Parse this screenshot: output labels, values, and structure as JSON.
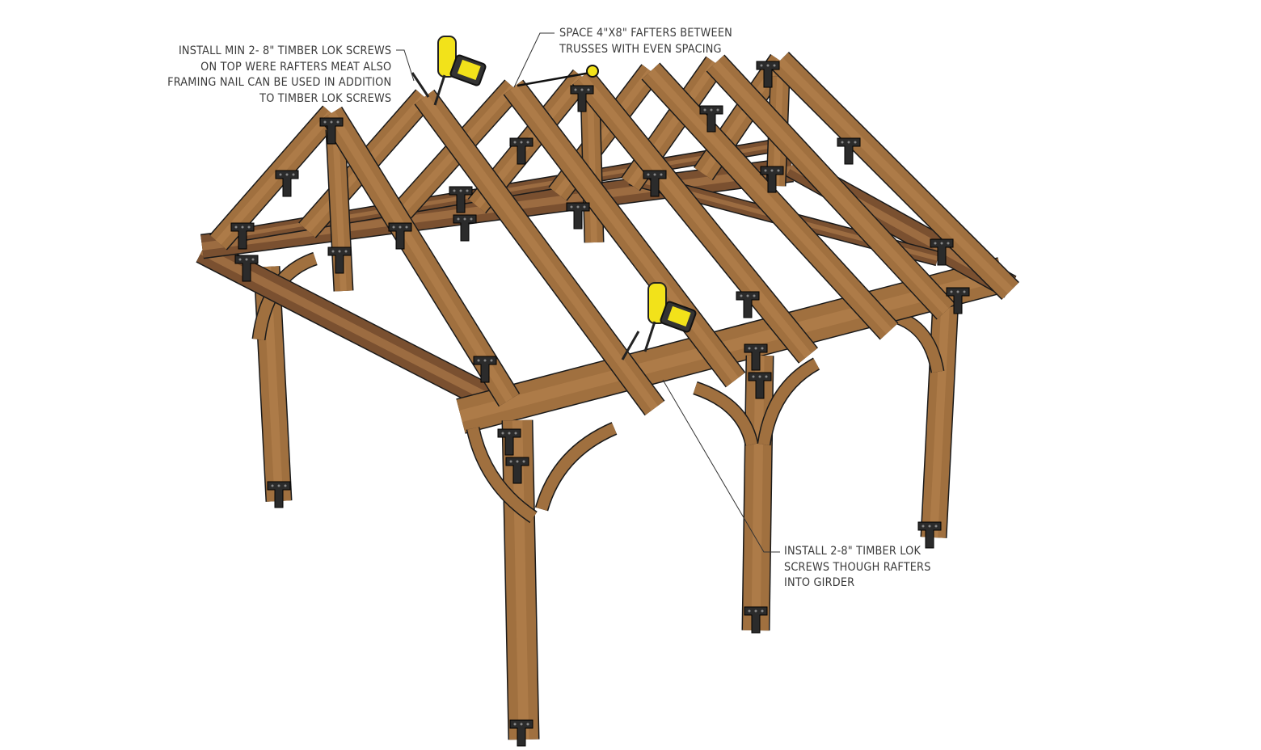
{
  "annotations": {
    "top_left": {
      "lines": [
        "INSTALL MIN 2- 8\" TIMBER LOK SCREWS",
        "ON TOP WERE RAFTERS MEAT ALSO",
        "FRAMING NAIL CAN BE USED IN ADDITION",
        "TO TIMBER LOK SCREWS"
      ]
    },
    "top_center": {
      "lines": [
        "SPACE 4\"X8\" FAFTERS BETWEEN",
        "TRUSSES WITH EVEN SPACING"
      ]
    },
    "bottom_right": {
      "lines": [
        "INSTALL 2-8\" TIMBER LOK",
        "SCREWS THOUGH RAFTERS",
        "INTO GIRDER"
      ]
    }
  },
  "colors": {
    "timber": "#a0703f",
    "timber_light": "#b98450",
    "timber_dark": "#7a5030",
    "bracket": "#2b2b2b",
    "drill_yellow": "#f2e21a",
    "text": "#3a3a3a"
  }
}
